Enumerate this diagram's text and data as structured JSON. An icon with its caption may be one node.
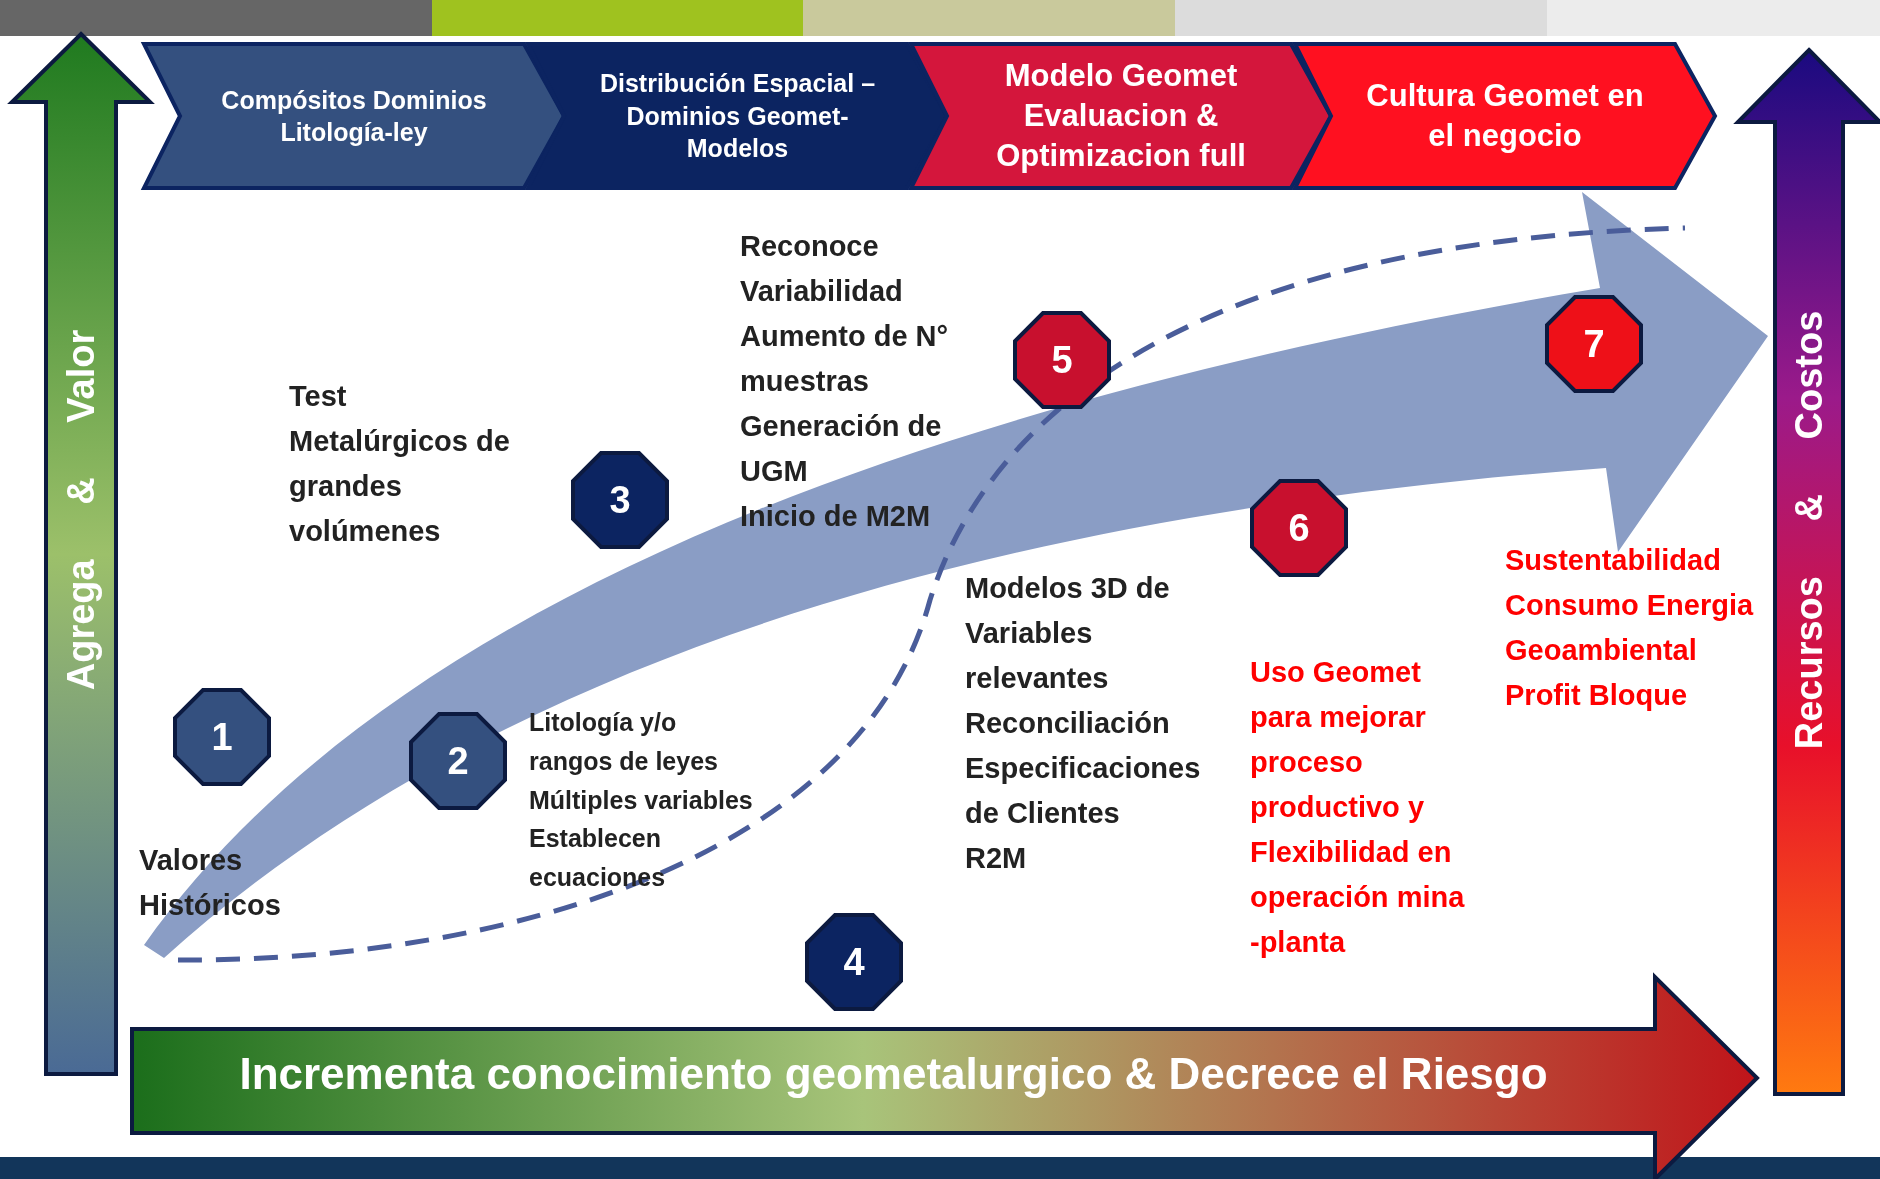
{
  "diagram": {
    "nodes": [
      {
        "text": [
          "Compósitos Dominios Litología-ley"
        ]
      },
      {
        "text": [
          "Distribución Espacial –Dominios Geomet- Modelos"
        ]
      },
      {
        "text": [
          "Modelo Geomet Evaluacion & Optimizacion full"
        ]
      },
      {
        "text": [
          "Cultura Geomet en el negocio"
        ]
      },
      {
        "text": [
          "1"
        ]
      },
      {
        "text": [
          "2"
        ]
      },
      {
        "text": [
          "3"
        ]
      },
      {
        "text": [
          "4"
        ]
      },
      {
        "text": [
          "5"
        ]
      },
      {
        "text": [
          "6"
        ]
      },
      {
        "text": [
          "7"
        ]
      },
      {
        "text": [
          "Agrega & Valor"
        ]
      },
      {
        "text": [
          "Recursos & Costos"
        ]
      },
      {
        "text": [
          "Incrementa conocimiento geometalurgico & Decrece el Riesgo"
        ]
      }
    ],
    "labels": [
      "Reconoce Variabilidad",
      "Aumento de N° muestras",
      "Generación de UGM",
      "Inicio de M2M",
      "Test Metalúrgicos de grandes volúmenes",
      "Sustentabilidad",
      "Consumo Energia",
      "Geoambiental",
      "Profit Bloque",
      "Modelos 3D de Variables relevantes",
      "Reconciliación",
      "Especificaciones de Clientes",
      "R2M",
      "Uso Geomet para mejorar proceso productivo y Flexibilidad en operación mina -planta",
      "Litología y/o rangos de leyes",
      "Múltiples variables",
      "Establecen ecuaciones",
      "Valores Históricos"
    ]
  }
}
